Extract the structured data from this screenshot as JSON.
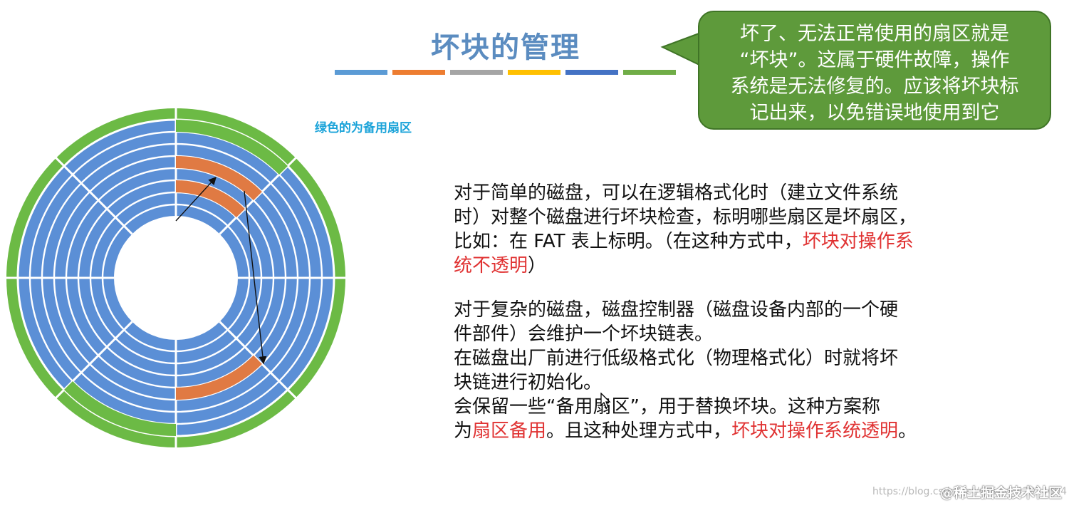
{
  "slide": {
    "title": "坏块的管理",
    "title_bar_colors": [
      "#5b9bd5",
      "#ed7d31",
      "#a5a5a5",
      "#ffc000",
      "#4472c4",
      "#70ad47"
    ],
    "callout_lines": [
      "坏了、无法正常使用的扇区就是",
      "“坏块”。这属于硬件故障，操作",
      "系统是无法修复的。应该将坏块标",
      "记出来，以免错误地使用到它"
    ],
    "diagram_label": "绿色的为备用扇区",
    "colors": {
      "track": "#5b8fd6",
      "spare": "#6cba45",
      "bad_block": "#e07a43",
      "callout_bg": "#5e9a3b",
      "highlight_text": "#e03232",
      "title": "#5b8cc0"
    },
    "paragraph1": {
      "line1": "对于简单的磁盘，可以在逻辑格式化时（建立文件系统",
      "line2": "时）对整个磁盘进行坏块检查，标明哪些扇区是坏扇区，",
      "line3_plain": "比如：在 FAT 表上标明。（在这种方式中，",
      "line3_red": "坏块对操作系",
      "line4_red": "统不透明",
      "line4_plain": "）"
    },
    "paragraph2": {
      "line1": "对于复杂的磁盘，磁盘控制器（磁盘设备内部的一个硬",
      "line2": "件部件）会维护一个坏块链表。",
      "line3": "在磁盘出厂前进行低级格式化（物理格式化）时就将坏",
      "line4": "块链进行初始化。",
      "line5": "会保留一些“备用扇区”，用于替换坏块。这种方案称",
      "line6_a": "为",
      "line6_red1": "扇区备用",
      "line6_b": "。且这种处理方式中，",
      "line6_red2": "坏块对操作系统透明",
      "line6_c": "。"
    },
    "footer": {
      "url": "https://blog.csdn.net/weixin_43914604",
      "watermark": "@稀土掘金技术社区"
    }
  }
}
